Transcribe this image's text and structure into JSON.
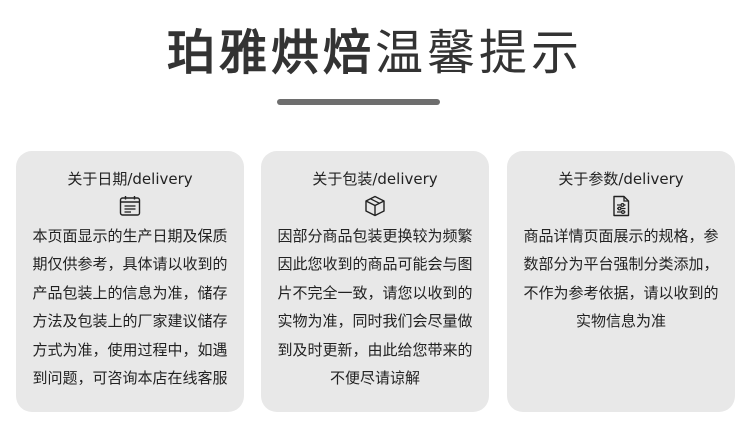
{
  "header": {
    "title_bold": "珀雅烘焙",
    "title_light": "温馨提示"
  },
  "cards": [
    {
      "title": "关于日期/delivery",
      "icon": "calendar-list-icon",
      "lines": [
        "本页面显示的生产日期及保质",
        "期仅供参考，具体请以收到的",
        "产品包装上的信息为准，储存",
        "方法及包装上的厂家建议储存",
        "方式为准，使用过程中，如遇",
        "到问题，可咨询本店在线客服"
      ]
    },
    {
      "title": "关于包装/delivery",
      "icon": "package-box-icon",
      "lines": [
        "因部分商品包装更换较为频繁",
        "因此您收到的商品可能会与图",
        "片不完全一致，请您以收到的",
        "实物为准，同时我们会尽量做",
        "到及时更新，由此给您带来的",
        "不便尽请谅解"
      ]
    },
    {
      "title": "关于参数/delivery",
      "icon": "document-settings-icon",
      "lines": [
        "商品详情页面展示的规格，参",
        "数部分为平台强制分类添加，",
        "不作为参考依据，请以收到的",
        "实物信息为准"
      ]
    }
  ],
  "colors": {
    "card_bg": "#e8e8e8",
    "title_text": "#333333",
    "divider": "#6e6e6e"
  }
}
